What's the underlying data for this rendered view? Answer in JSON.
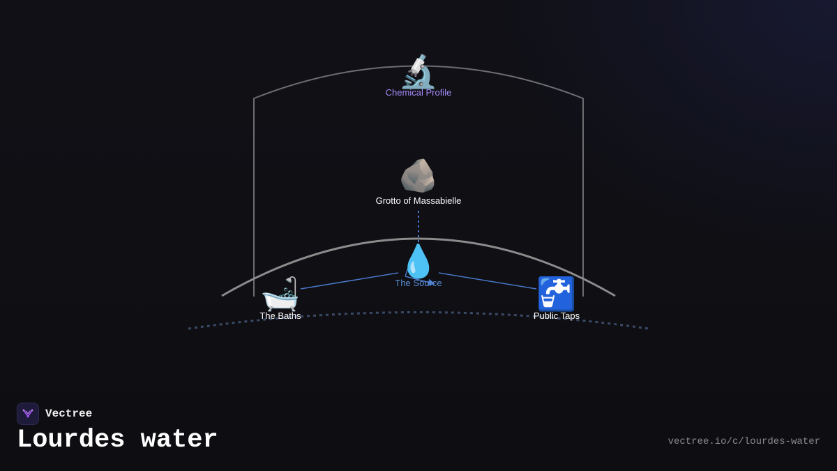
{
  "brand": {
    "name": "Vectree",
    "logo_icon": "vectree-logo-icon",
    "accent": "#a855f7"
  },
  "title": "Lourdes water",
  "url": "vectree.io/c/lourdes-water",
  "colors": {
    "background": "#0f0f13",
    "node_label": "#ffffff",
    "chemical_label": "#a78bfa",
    "source_label": "#5b8fd8",
    "link": "#4a78c9",
    "arc": "#8c8c8c",
    "dashed_curve": "#3a4a66"
  },
  "nodes": {
    "chemical": {
      "label": "Chemical Profile",
      "icon": "microscope-icon",
      "glyph": "🔬"
    },
    "grotto": {
      "label": "Grotto of Massabielle",
      "icon": "rock-icon",
      "glyph": "🪨"
    },
    "source": {
      "label": "The Source",
      "icon": "water-drop-icon",
      "glyph": "💧"
    },
    "baths": {
      "label": "The Baths",
      "icon": "bathtub-icon",
      "glyph": "🛁"
    },
    "taps": {
      "label": "Public Taps",
      "icon": "water-tap-icon",
      "glyph": "🚰"
    }
  }
}
